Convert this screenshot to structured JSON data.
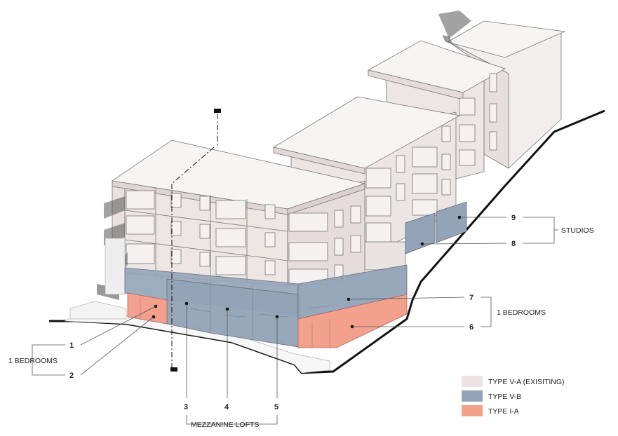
{
  "callouts": {
    "n1": "1",
    "n2": "2",
    "n3": "3",
    "n4": "4",
    "n5": "5",
    "n6": "6",
    "n7": "7",
    "n8": "8",
    "n9": "9"
  },
  "labels": {
    "studios": "STUDIOS",
    "one_bedrooms_right": "1 BEDROOMS",
    "one_bedrooms_left": "1 BEDROOMS",
    "mezzanine_lofts": "MEZZANINE LOFTS"
  },
  "legend": {
    "items": [
      {
        "label": "TYPE V-A (EXISITING)",
        "color": "#ebe4e2"
      },
      {
        "label": "TYPE V-B",
        "color": "#93a4b8"
      },
      {
        "label": "TYPE I-A",
        "color": "#f3a18c"
      }
    ]
  }
}
